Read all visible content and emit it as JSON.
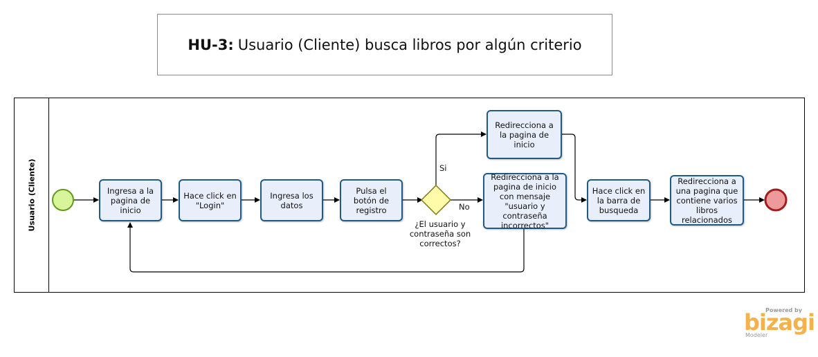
{
  "title": {
    "prefix": "HU-3:",
    "text": "Usuario (Cliente) busca libros por algún criterio"
  },
  "pool": {
    "label": "Usuario (Cliente)"
  },
  "tasks": {
    "t1": "Ingresa a la pagina de inicio",
    "t2": "Hace click en \"Login\"",
    "t3": "Ingresa los datos",
    "t4": "Pulsa el botón de registro",
    "t5": "Redirecciona a la pagina de inicio",
    "t6": "Redirecciona a la pagina de inicio con mensaje \"usuario y contraseña incorrectos\"",
    "t7": "Hace click en la barra de busqueda",
    "t8": "Redirecciona a una pagina que contiene varios libros relacionados"
  },
  "gateway": {
    "label": "¿El usuario y contraseña son correctos?"
  },
  "edges": {
    "yes": "Si",
    "no": "No"
  },
  "branding": {
    "powered_by": "Powered by",
    "brand": "bizagi",
    "product": "Modeler"
  },
  "colors": {
    "task_fill": "#e9eefb",
    "task_border": "#1f5a86",
    "start_fill": "#d9f59b",
    "start_border": "#5f9a1d",
    "end_fill": "#ef9a9a",
    "end_border": "#a11d1d",
    "gateway_fill": "#fffba8",
    "gateway_border": "#7a7a1a",
    "brand": "#f6b24a"
  }
}
